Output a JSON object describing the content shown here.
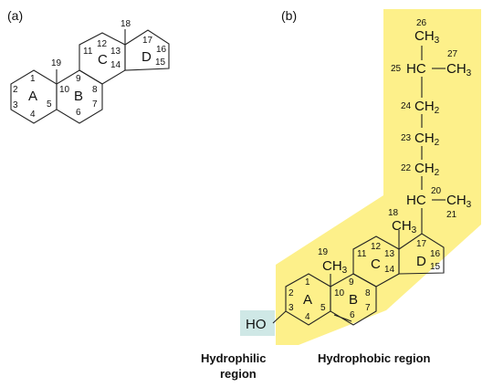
{
  "panel_labels": {
    "a": "(a)",
    "b": "(b)"
  },
  "colors": {
    "hydrophobic_fill": "#fdf08a",
    "hydrophilic_fill": "#cfe8e6",
    "bond": "#222222"
  },
  "rings": {
    "A": "A",
    "B": "B",
    "C": "C",
    "D": "D"
  },
  "a": {
    "n1": "1",
    "n2": "2",
    "n3": "3",
    "n4": "4",
    "n5": "5",
    "n6": "6",
    "n7": "7",
    "n8": "8",
    "n9": "9",
    "n10": "10",
    "n11": "11",
    "n12": "12",
    "n13": "13",
    "n14": "14",
    "n15": "15",
    "n16": "16",
    "n17": "17",
    "n18": "18",
    "n19": "19"
  },
  "b": {
    "n1": "1",
    "n2": "2",
    "n3": "3",
    "n4": "4",
    "n5": "5",
    "n6": "6",
    "n7": "7",
    "n8": "8",
    "n9": "9",
    "n10": "10",
    "n11": "11",
    "n12": "12",
    "n13": "13",
    "n14": "14",
    "n15": "15",
    "n16": "16",
    "n17": "17",
    "n18": "18",
    "n19": "19",
    "n20": "20",
    "n21": "21",
    "n22": "22",
    "n23": "23",
    "n24": "24",
    "n25": "25",
    "n26": "26",
    "n27": "27"
  },
  "groups": {
    "ch": "CH",
    "sub3": "3",
    "sub2": "2",
    "hc": "HC",
    "ho": "HO"
  },
  "regions": {
    "hydrophilic_line1": "Hydrophilic",
    "hydrophilic_line2": "region",
    "hydrophobic": "Hydrophobic region"
  }
}
